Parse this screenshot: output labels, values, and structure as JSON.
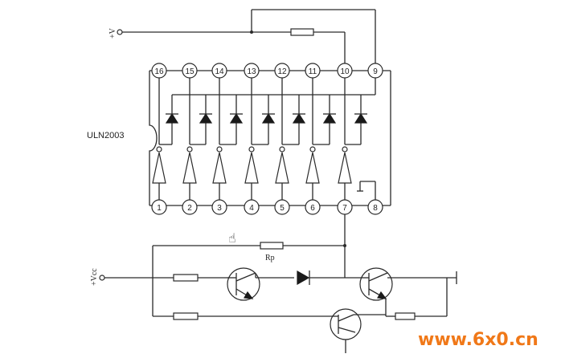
{
  "chip": {
    "name": "ULN2003",
    "top_pins": [
      "16",
      "15",
      "14",
      "13",
      "12",
      "11",
      "10",
      "9"
    ],
    "bottom_pins": [
      "1",
      "2",
      "3",
      "4",
      "5",
      "6",
      "7",
      "8"
    ]
  },
  "labels": {
    "supply_v": "+V",
    "supply_vcc": "+Vcc",
    "resistor_rp": "Rp"
  },
  "watermark": "www.6x0.cn",
  "colors": {
    "line": "#2a2a2a",
    "watermark": "#f07818"
  }
}
